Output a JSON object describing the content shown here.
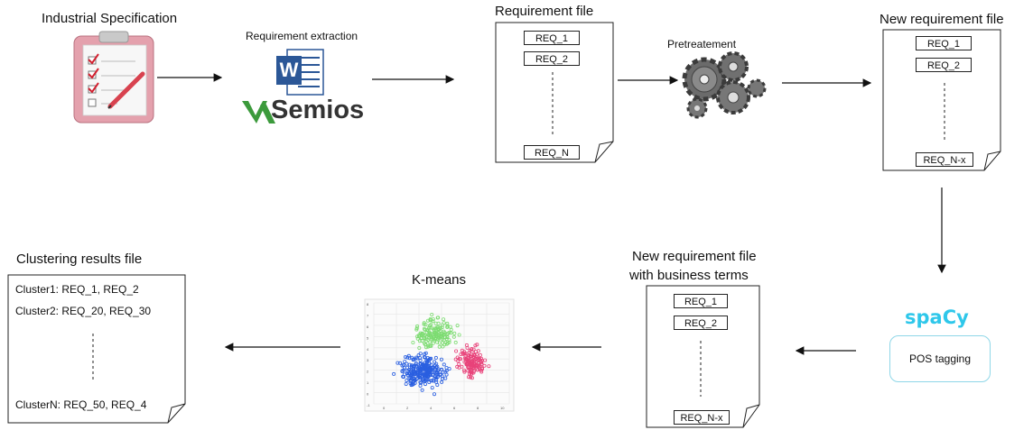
{
  "colors": {
    "spacy": "#2ec7ea",
    "semios_green": "#3c9a3c",
    "word_blue": "#2b5797",
    "pos_border": "#8fd7e8"
  },
  "industrial": {
    "title": "Industrial Specification",
    "icon": "clipboard-checklist-icon"
  },
  "extraction": {
    "title": "Requirement extraction",
    "word_letter": "W",
    "semios_label": "Semios"
  },
  "req_file": {
    "title": "Requirement file",
    "items": [
      "REQ_1",
      "REQ_2",
      "REQ_N"
    ]
  },
  "pretreatment": {
    "title": "Pretreatement",
    "icon": "gears-icon"
  },
  "new_req_file": {
    "title": "New requirement file",
    "items": [
      "REQ_1",
      "REQ_2",
      "REQ_N-x"
    ]
  },
  "spacy": {
    "logo": "spaCy",
    "pos_label": "POS tagging"
  },
  "business_file": {
    "title_line1": "New requirement file",
    "title_line2": "with business terms",
    "items": [
      "REQ_1",
      "REQ_2",
      "REQ_N-x"
    ]
  },
  "kmeans": {
    "title": "K-means",
    "icon": "scatter-plot-icon",
    "y_ticks": [
      "8",
      "7",
      "6",
      "5",
      "4",
      "3",
      "2",
      "1",
      "0",
      "-1"
    ],
    "x_ticks": [
      "0",
      "2",
      "4",
      "6",
      "8",
      "10"
    ]
  },
  "clustering": {
    "title": "Clustering results file",
    "lines": [
      "Cluster1: REQ_1, REQ_2",
      "Cluster2: REQ_20, REQ_30",
      "ClusterN: REQ_50, REQ_4"
    ]
  }
}
